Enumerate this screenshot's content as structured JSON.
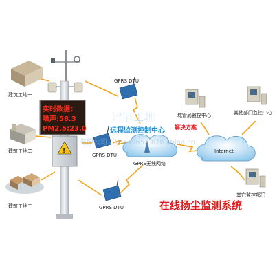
{
  "sites": {
    "site1": "建筑工地一",
    "site2": "建筑工地二",
    "site3": "建筑工地三"
  },
  "led_display": {
    "line1": "实时数据：",
    "line2": "噪声:58.3",
    "line3": "PM2.5:23.0"
  },
  "dtu": {
    "top": "GPRS DTU",
    "middle": "GPRS DTU",
    "bottom": "GPRS DTU"
  },
  "headline": {
    "line1": "智能工地",
    "line2": "远程监测控制中心",
    "solution": "解决方案"
  },
  "network": {
    "gprs_cloud": "GPRS无线网络",
    "internet": "Internet"
  },
  "centers": {
    "city_bureau": "城管局监控中心",
    "other_dept_center": "其他部门监控中心",
    "other_dept": "其它监控部门"
  },
  "system_title": "在线扬尘监测系统",
  "watermark": "有限公司 / 16149652.b2b.china.cn",
  "colors": {
    "led_text": "#ff2a1a",
    "led_bg": "#2a1a12",
    "headline_blue": "#1a8fd8",
    "solution_red": "#e8181a",
    "title_red": "#e01a1a",
    "link_line": "#f2a319",
    "cloud_blue": "#8cc6ec"
  }
}
